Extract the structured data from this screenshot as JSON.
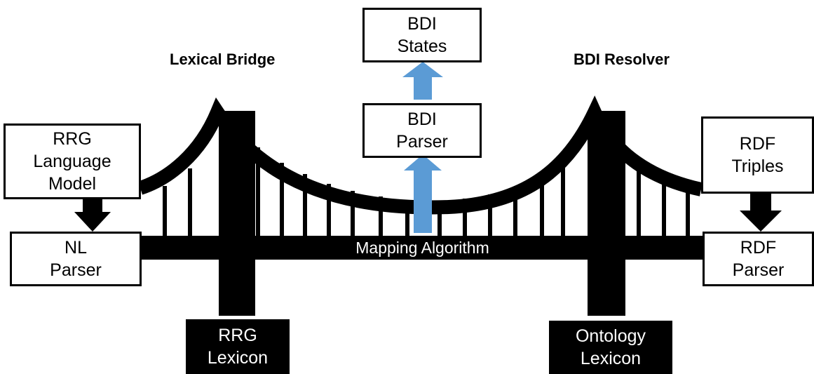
{
  "headings": {
    "left": "Lexical Bridge",
    "right": "BDI Resolver"
  },
  "boxes": {
    "bdi_states": [
      "BDI",
      "States"
    ],
    "bdi_parser": [
      "BDI",
      "Parser"
    ],
    "rrg_language_model": [
      "RRG",
      "Language",
      "Model"
    ],
    "nl_parser": [
      "NL",
      "Parser"
    ],
    "rdf_triples": [
      "RDF",
      "Triples"
    ],
    "rdf_parser": [
      "RDF",
      "Parser"
    ],
    "rrg_lexicon": [
      "RRG",
      "Lexicon"
    ],
    "ontology_lexicon": [
      "Ontology",
      "Lexicon"
    ]
  },
  "deck_label": "Mapping Algorithm",
  "colors": {
    "bridge": "#000000",
    "arrow_blue": "#5B9BD5",
    "box_border": "#000000",
    "background": "#ffffff"
  },
  "icons": {
    "up_arrow": "blue-up-arrow",
    "down_arrow": "black-down-arrow"
  }
}
